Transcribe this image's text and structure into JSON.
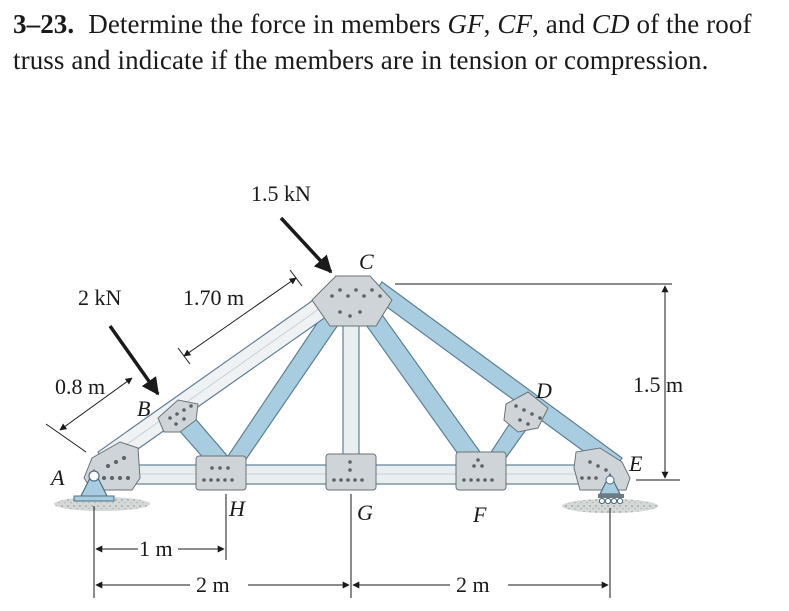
{
  "problem": {
    "number": "3–23.",
    "text_1": "Determine the force in members ",
    "member_1": "GF",
    "sep_1": ", ",
    "member_2": "CF",
    "sep_2": ", and ",
    "member_3": "CD",
    "text_2": " of the roof truss and indicate if the members are in tension or compression."
  },
  "figure": {
    "loads": {
      "load_c": "1.5 kN",
      "load_b": "2 kN"
    },
    "dimensions": {
      "dim_slope_top": "1.70 m",
      "dim_slope_bottom": "0.8 m",
      "dim_height": "1.5 m",
      "dim_ah": "1 m",
      "dim_ag": "2 m",
      "dim_ge": "2 m"
    },
    "joints": {
      "a": "A",
      "b": "B",
      "c": "C",
      "d": "D",
      "e": "E",
      "f": "F",
      "g": "G",
      "h": "H"
    },
    "colors": {
      "member_fill": "#a9cde0",
      "member_edge": "#5d7f95",
      "plate": "#cfd4d8",
      "chord": "#e9eef1"
    }
  }
}
